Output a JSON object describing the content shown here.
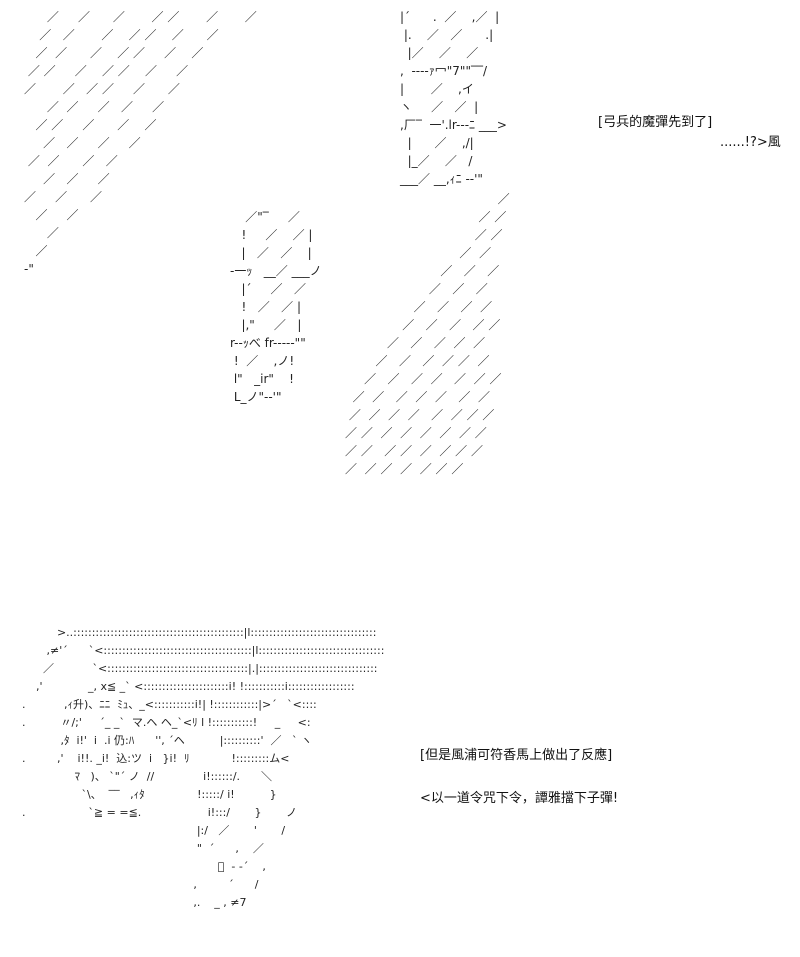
{
  "panel1": {
    "caption_main": "[弓兵的魔彈先到了]",
    "caption_sound": "......!?>風",
    "rain_left": [
      "      ／     ／      ／       ／ ／       ／       ／",
      "    ／   ／       ／    ／ ／    ／      ／",
      "   ／  ／      ／    ／ ／     ／    ／",
      " ／ ／     ／    ／ ／    ／     ／",
      "／       ／   ／ ／     ／      ／",
      "      ／  ／     ／   ／     ／",
      "   ／ ／     ／      ／    ／",
      "     ／   ／     ／     ／",
      " ／  ／      ／   ／",
      "     ／   ／     ／",
      "／     ／      ／",
      "   ／     ／",
      "      ／",
      "   ／",
      "-\""
    ],
    "rain_right": [
      "                                        ／",
      "                                   ／ ／",
      "                                  ／ ／",
      "                              ／  ／",
      "                         ／   ／   ／",
      "                      ／   ／   ／",
      "                  ／   ／   ／  ／",
      "               ／   ／   ／   ／ ／",
      "           ／   ／   ／  ／  ／",
      "        ／   ／   ／  ／ ／  ／",
      "     ／   ／   ／  ／   ／  ／ ／",
      "  ／  ／   ／  ／  ／   ／  ／",
      " ／  ／  ／  ／   ／  ／ ／ ／",
      "／ ／  ／  ／  ／  ／  ／ ／",
      "／ ／   ／ ／  ／  ／ ／ ／",
      "／  ／ ／  ／  ／ ／ ／"
    ],
    "bolt_top": [
      "|ˊ      .  ／    ,／  |",
      " |.    ／   ／      .|",
      "  |／    ／    ／",
      ",  ----ｧ冖\"7\"\"‾‾/",
      "|       ／    ,イ",
      "ヽ     ／   ／  |",
      ",厂‾  一'.lr---ﾆ ___>",
      "  |      ／    ,/|",
      "  |_／    ／   /",
      "___／ __,ｨﾆ --'\""
    ],
    "bolt_mid": [
      "    ／\"‾     ／",
      "   !     ／    ／ |",
      "   |   ／   ／    |",
      "-一ｯ   __／ ___ノ",
      "   |ˊ     ／   ／",
      "   !   ／   ／ |",
      "   |,\"     ／   |",
      "r--ｯべ fr---‐‐\"\"",
      " !  ／    ,ノ!",
      " l\"   _ir\"    !",
      " L_ノ\"--'\""
    ]
  },
  "panel2": {
    "caption_main": "[但是風浦可符香馬上做出了反應]",
    "caption_line": "<以一道令咒下令，譚雅擋下子彈!",
    "figure": [
      "          >..::::::::::::::::::::::::::::::::::::::::::::::|l::::::::::::::::::::::::::::::::::",
      "       ,≠'ˊ      ˋ<::::::::::::::::::::::::::::::::::::::::|l::::::::::::::::::::::::::::::::::",
      "      ／           ˋ<::::::::::::::::::::::::::::::::::::::|.|::::::::::::::::::::::::::::::::",
      "    ,'             _, x≦ _ˋ <:::::::::::::::::::::::i! !:::::::::::i::::::::::::::::::",
      ".           ,ｨ升)、ﾆﾆ  ﾐｭ、_<:::::::::::i!| !::::::::::::|>ˊ   ˋ<::::",
      ".          〃/;'     ˊ_ _ˋ  マ.ヘ ヘ_ˋ<ﾘ l !:::::::::::!     _     <:",
      "           ,ﾀ  i!'  i  .i 仍:ﾊ      '', ˊヘ          |::::::::::'  ／   ˋ ヽ",
      ".         ,'    i!!. _i!  込:ツ  i   }i!  ﾘ            !:::::::::ム<",
      "               ﾏ   )、 ˋ\"ˊ ノ  //              i!::::::/.      ＼",
      "                 ˋ\\、  ‾‾   ,ｨﾀ               !:::::/ i!          }",
      ".                  ˋ≧ = =≦.                   i!:::/       }       ノ",
      "                                                  |:/   ／       '       /",
      "                                                  \"  ˊ      ,    ／",
      "                                                        ﾞ  - -ˊ    ,",
      "                                                 ,         ˊ      /",
      "                                                 ,.    _ , ≠7"
    ]
  }
}
